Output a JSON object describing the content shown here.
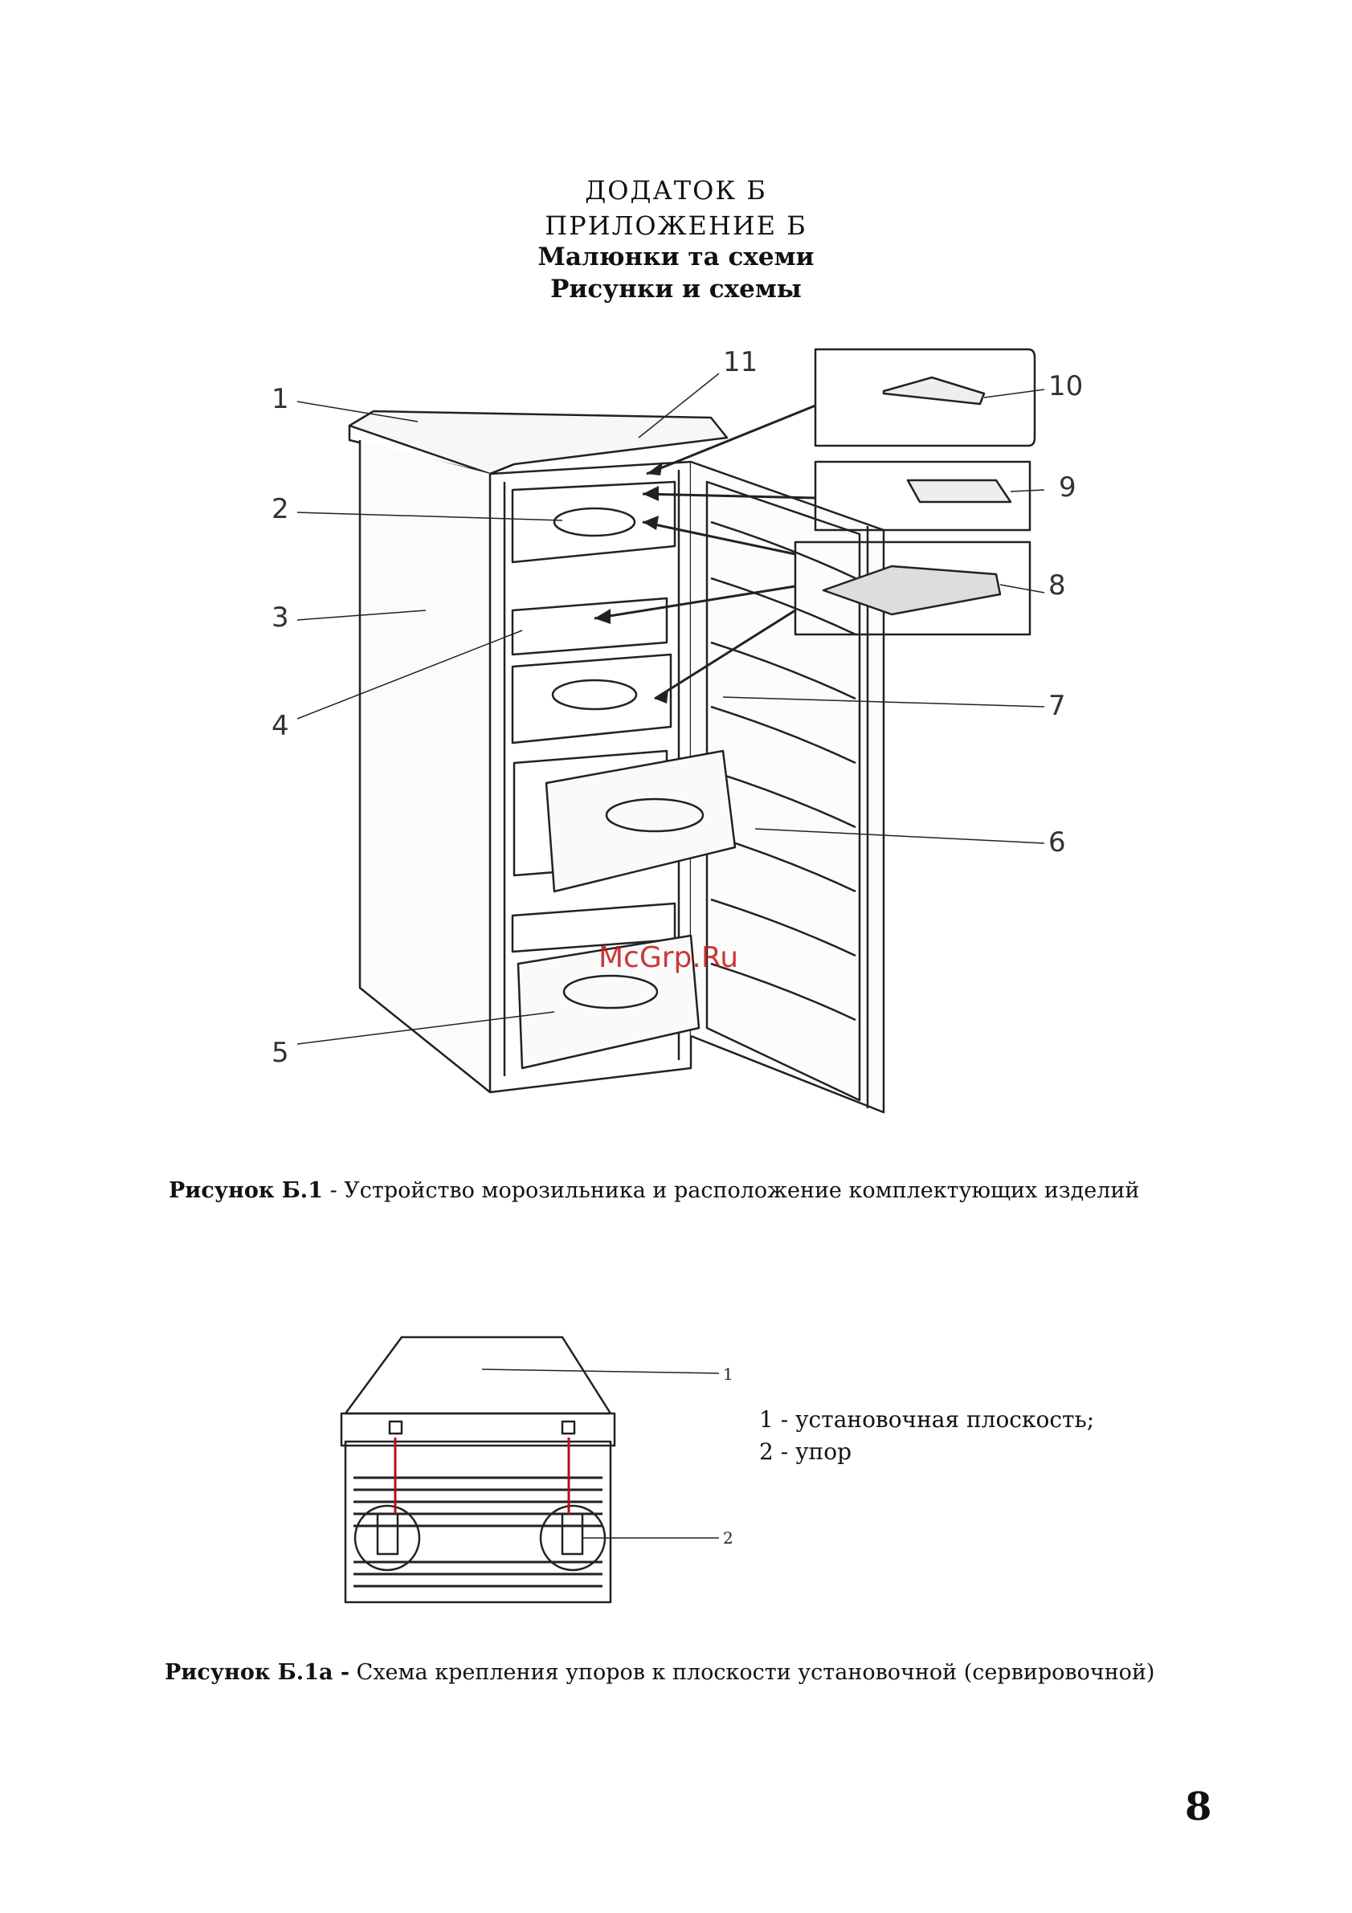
{
  "header": {
    "line1": "ДОДАТОК Б",
    "line2": "ПРИЛОЖЕНИЕ Б",
    "line3": "Малюнки та схеми",
    "line4": "Рисунки и схемы"
  },
  "figure1": {
    "callouts": [
      "1",
      "2",
      "3",
      "4",
      "5",
      "6",
      "7",
      "8",
      "9",
      "10",
      "11"
    ],
    "caption_label": "Рисунок Б.1",
    "caption_text": " - Устройство морозильника и расположение комплектующих изделий"
  },
  "watermark": "McGrp.Ru",
  "figure1a": {
    "callouts": [
      "1",
      "2"
    ],
    "legend": [
      "1 - установочная плоскость;",
      "2 - упор"
    ],
    "caption_label": "Рисунок Б.1а -",
    "caption_text": " Схема крепления упоров к плоскости установочной (сервировочной)"
  },
  "page_number": "8"
}
